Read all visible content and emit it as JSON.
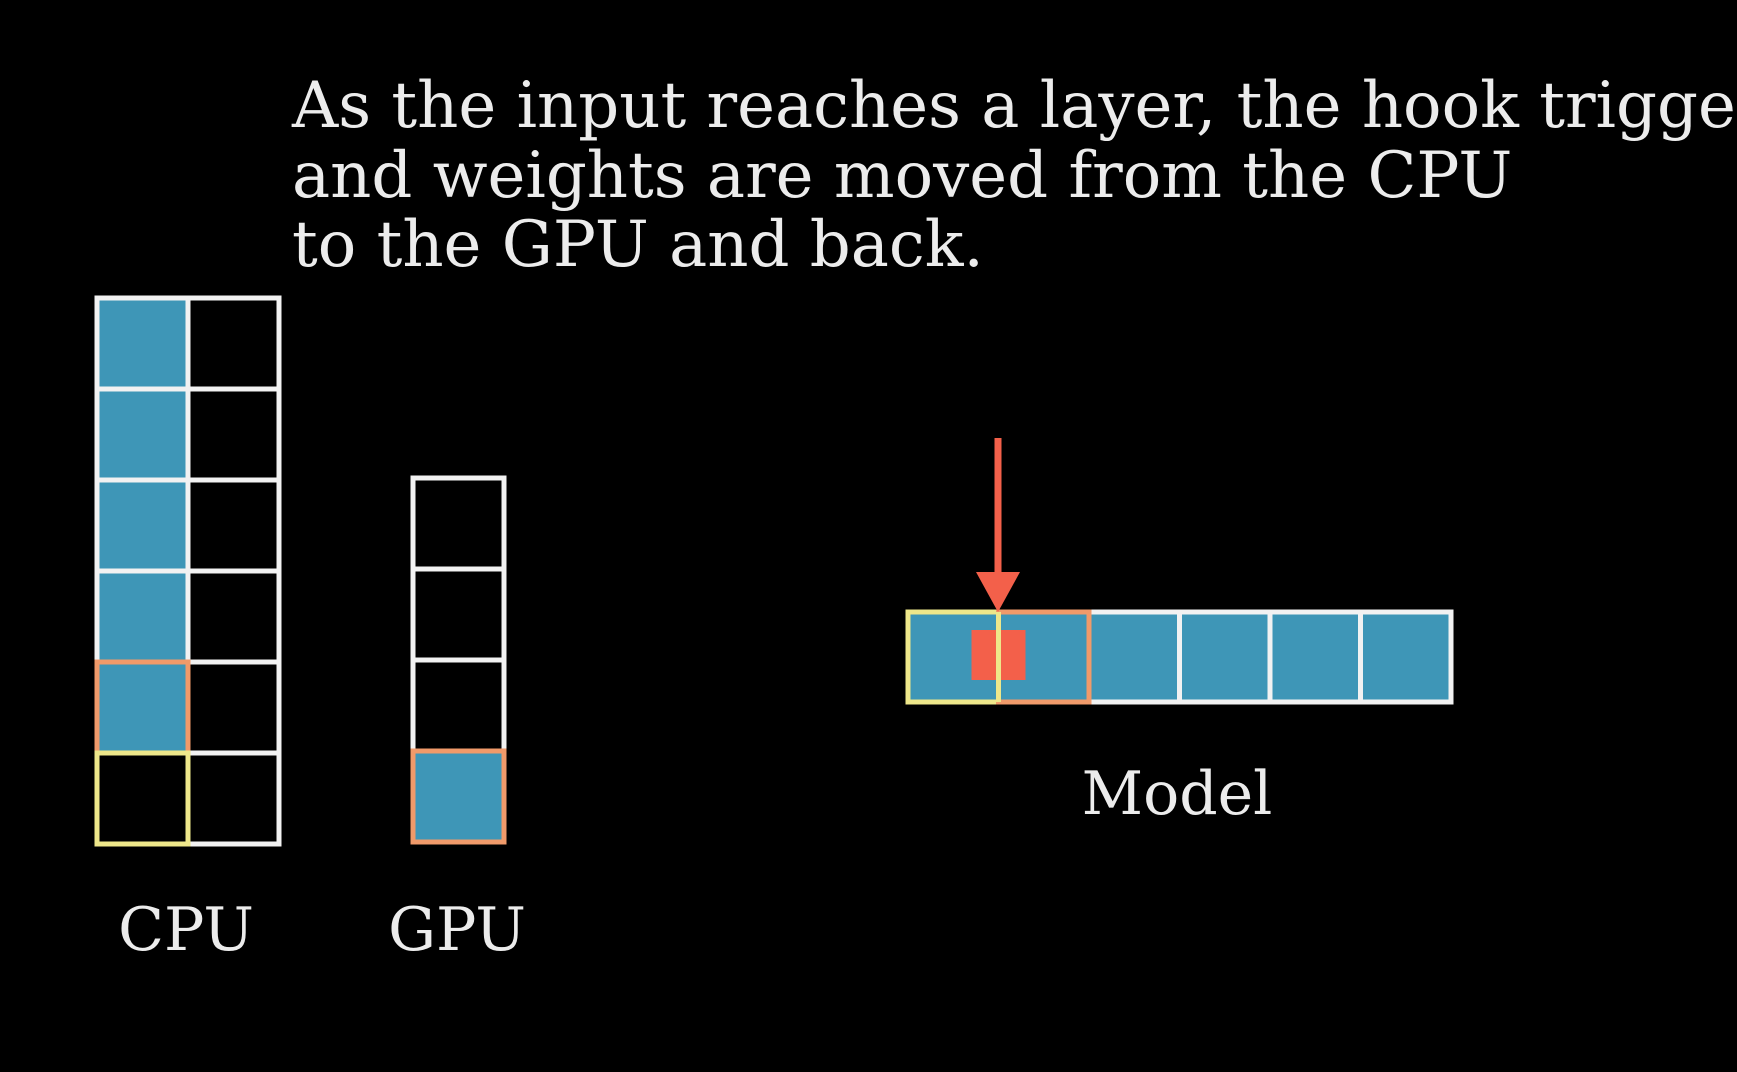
{
  "caption": {
    "lines": [
      "As the input reaches a layer, the hook triggers",
      "and weights are moved from the CPU",
      "to the GPU and back."
    ]
  },
  "labels": {
    "cpu": "CPU",
    "gpu": "GPU",
    "model": "Model"
  },
  "colors": {
    "background": "#000000",
    "text": "#ececec",
    "cell_border": "#f2f2f2",
    "filled": "#3e96b7",
    "highlight_yellow": "#eee78a",
    "highlight_orange": "#f09a6a",
    "arrow": "#f3604a",
    "input_marker": "#f3604a"
  },
  "cpu": {
    "rows": 6,
    "columns": 2,
    "filled_cells_left_column": [
      true,
      true,
      true,
      true,
      true,
      false
    ],
    "filled_cells_right_column": [
      false,
      false,
      false,
      false,
      false,
      false
    ],
    "highlight_orange_row": 5,
    "highlight_yellow_row": 6
  },
  "gpu": {
    "slots": 4,
    "filled": [
      false,
      false,
      false,
      true
    ],
    "highlight_orange_slot": 4
  },
  "model": {
    "layers": 6,
    "filled": [
      true,
      true,
      true,
      true,
      true,
      true
    ],
    "highlight_yellow_layer": 1,
    "highlight_orange_layer": 2,
    "input_at_boundary_between_layers": [
      1,
      2
    ]
  }
}
